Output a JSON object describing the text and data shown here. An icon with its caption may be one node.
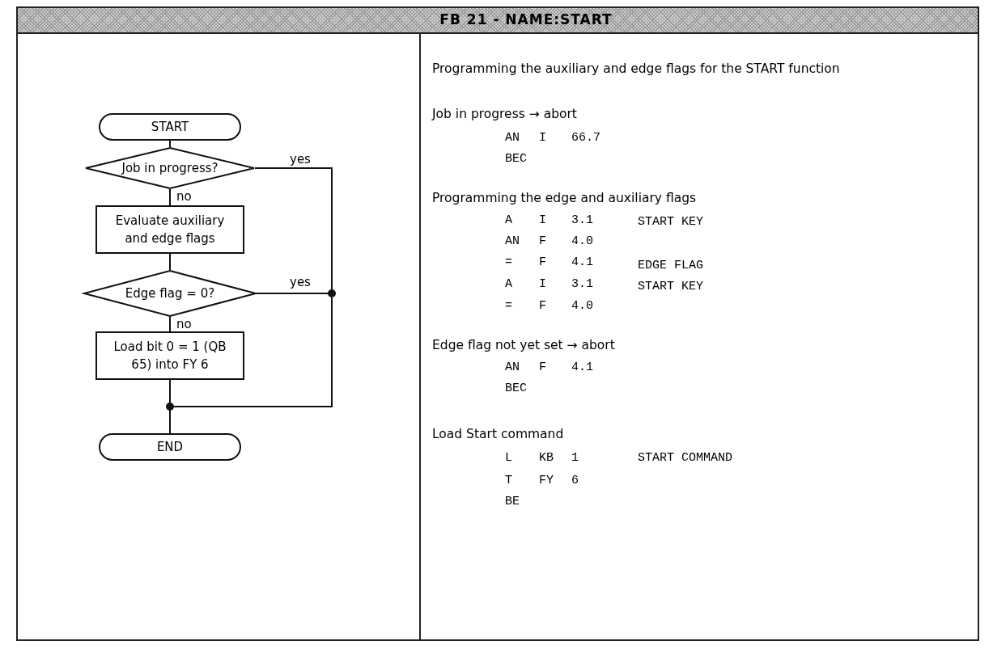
{
  "diagram": {
    "title": "FB 21 - NAME:START",
    "nodes": [
      {
        "text": [
          "START"
        ]
      },
      {
        "text": [
          "Job in progress?"
        ]
      },
      {
        "text": [
          "Evaluate auxiliary and edge flags"
        ]
      },
      {
        "text": [
          "Edge flag = 0?"
        ]
      },
      {
        "text": [
          "Load bit 0 = 1 (QB 65) into FY 6"
        ]
      },
      {
        "text": [
          "END"
        ]
      }
    ],
    "edges": [
      {
        "from": 0,
        "to": 1,
        "arrow": "none"
      },
      {
        "from": 1,
        "to": 2,
        "arrow": "none",
        "label": "no"
      },
      {
        "from": 2,
        "to": 3,
        "arrow": "none"
      },
      {
        "from": 3,
        "to": 4,
        "arrow": "none",
        "label": "no"
      },
      {
        "from": 4,
        "to": 5,
        "arrow": "none"
      },
      {
        "from": 1,
        "to": 5,
        "arrow": "none",
        "label": "yes"
      },
      {
        "from": 3,
        "to": 5,
        "arrow": "none",
        "label": "yes"
      }
    ],
    "labels": [
      "Programming the auxiliary and edge flags for the START function",
      "Job in progress → abort",
      "AN",
      "I",
      "66.7",
      "BEC",
      "Programming the edge and auxiliary flags",
      "A",
      "I",
      "3.1",
      "START KEY",
      "AN",
      "F",
      "4.0",
      "=",
      "F",
      "4.1",
      "EDGE FLAG",
      "A",
      "I",
      "3.1",
      "START KEY",
      "=",
      "F",
      "4.0",
      "Edge flag not yet set → abort",
      "AN",
      "F",
      "4.1",
      "BEC",
      "Load Start command",
      "L",
      "KB",
      "1",
      "START COMMAND",
      "T",
      "FY",
      "6",
      "BE"
    ]
  }
}
